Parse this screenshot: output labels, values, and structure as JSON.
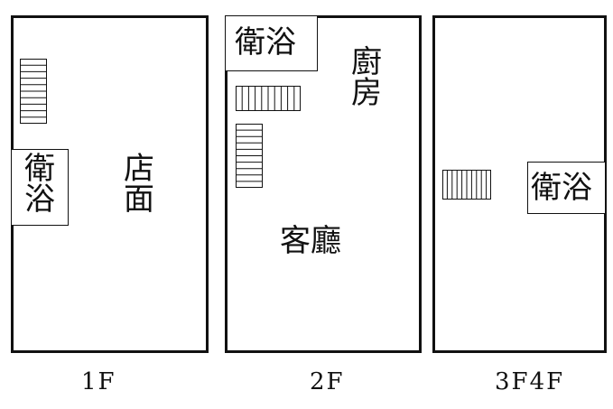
{
  "floors": [
    {
      "caption": "1F",
      "bath": [
        "衛",
        "浴"
      ],
      "shop": [
        "店",
        "面"
      ]
    },
    {
      "caption": "2F",
      "bath": "衛浴",
      "kitchen": [
        "廚",
        "房"
      ],
      "living": "客廳"
    },
    {
      "caption": "3F4F",
      "bath": "衛浴"
    }
  ],
  "colors": {
    "line": "#111111",
    "background": "#ffffff"
  }
}
